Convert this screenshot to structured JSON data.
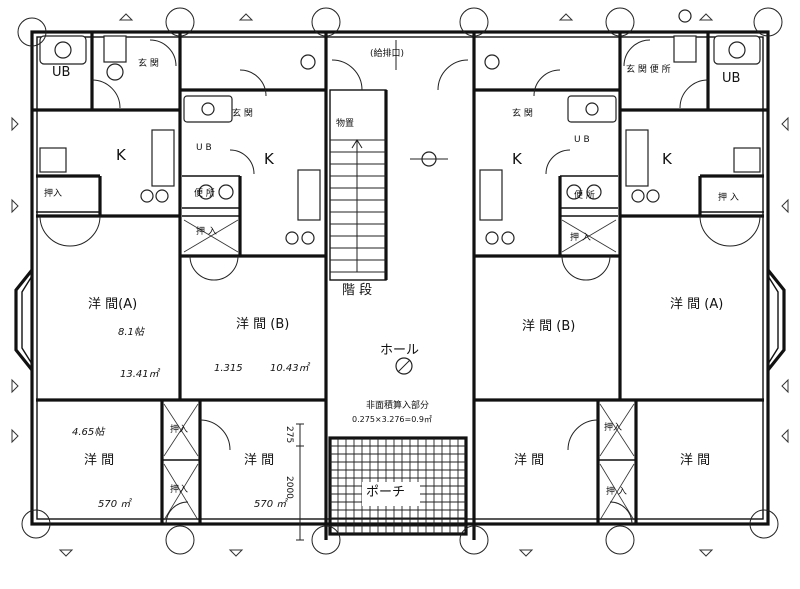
{
  "units": [
    {
      "side": "left",
      "rooms": {
        "ub": "UB",
        "genkan_top": "玄 関",
        "kitchen_a": "K",
        "kitchen_b": "K",
        "genkan_b": "玄 関",
        "ub_b": "U B",
        "benjo": "便 所",
        "oshiire_a": "押入",
        "oshiire_b": "押 入",
        "youma_a": "洋 間(A)",
        "youma_b": "洋 間 (B)",
        "youma_c": "洋 間",
        "youma_d": "洋 間",
        "oshiire_c": "押入",
        "oshiire_d": "押入"
      },
      "notes": {
        "area_a": "13.41㎡",
        "area_a_sub": "8.1帖",
        "area_b": "10.43㎡",
        "area_b_sub": "1.315",
        "area_c": "4.65帖",
        "area_c2": "570 ㎡",
        "area_d": "570 ㎡"
      }
    },
    {
      "side": "right",
      "rooms": {
        "ub": "UB",
        "genkan_top": "玄 関 便 所",
        "kitchen_a": "K",
        "kitchen_b": "K",
        "genkan_b": "玄 関",
        "ub_b": "U B",
        "benjo": "便 所",
        "oshiire_a": "押 入",
        "oshiire_b": "押 入",
        "youma_a": "洋 間 (A)",
        "youma_b": "洋 間 (B)",
        "youma_c": "洋 間",
        "youma_d": "洋 間",
        "oshiire_c": "押入",
        "oshiire_d": "押 入"
      }
    }
  ],
  "common": {
    "stairs_top": "物置",
    "stairs_label": "階 段",
    "hall": "ホール",
    "porch": "ポーチ",
    "exhaust": "(給排口)",
    "note_line1": "非面積算入部分",
    "note_line2": "0.275×3.276=0.9㎡",
    "dim_1": "275",
    "dim_2": "2000"
  }
}
